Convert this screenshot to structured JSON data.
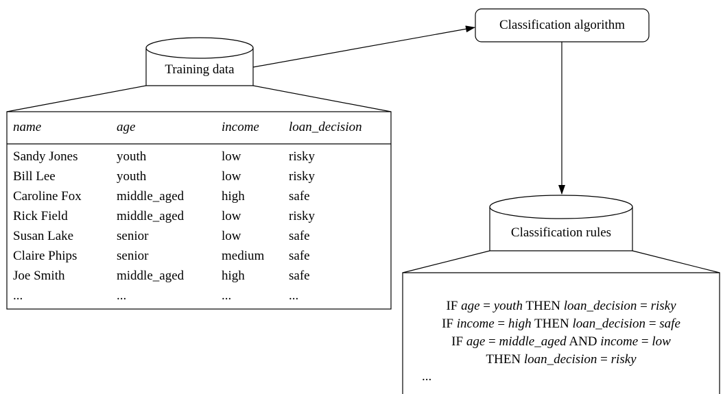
{
  "training_data": {
    "label": "Training data",
    "columns": [
      "name",
      "age",
      "income",
      "loan_decision"
    ],
    "rows": [
      [
        "Sandy Jones",
        "youth",
        "low",
        "risky"
      ],
      [
        "Bill Lee",
        "youth",
        "low",
        "risky"
      ],
      [
        "Caroline Fox",
        "middle_aged",
        "high",
        "safe"
      ],
      [
        "Rick Field",
        "middle_aged",
        "low",
        "risky"
      ],
      [
        "Susan Lake",
        "senior",
        "low",
        "safe"
      ],
      [
        "Claire Phips",
        "senior",
        "medium",
        "safe"
      ],
      [
        "Joe Smith",
        "middle_aged",
        "high",
        "safe"
      ],
      [
        "...",
        "...",
        "...",
        "..."
      ]
    ]
  },
  "algorithm": {
    "label": "Classification algorithm"
  },
  "rules": {
    "label": "Classification rules",
    "lines": [
      [
        [
          "IF ",
          false
        ],
        [
          "age",
          true
        ],
        [
          " = ",
          false
        ],
        [
          "youth",
          true
        ],
        [
          " THEN ",
          false
        ],
        [
          "loan_decision",
          true
        ],
        [
          " = ",
          false
        ],
        [
          "risky",
          true
        ]
      ],
      [
        [
          "IF ",
          false
        ],
        [
          "income",
          true
        ],
        [
          " = ",
          false
        ],
        [
          "high",
          true
        ],
        [
          " THEN ",
          false
        ],
        [
          "loan_decision",
          true
        ],
        [
          " = ",
          false
        ],
        [
          "safe",
          true
        ]
      ],
      [
        [
          "IF ",
          false
        ],
        [
          "age",
          true
        ],
        [
          " = ",
          false
        ],
        [
          "middle_aged",
          true
        ],
        [
          " AND ",
          false
        ],
        [
          "income",
          true
        ],
        [
          " = ",
          false
        ],
        [
          "low",
          true
        ]
      ],
      [
        [
          "THEN ",
          false
        ],
        [
          "loan_decision",
          true
        ],
        [
          " = ",
          false
        ],
        [
          "risky",
          true
        ]
      ]
    ],
    "ellipsis": "..."
  }
}
